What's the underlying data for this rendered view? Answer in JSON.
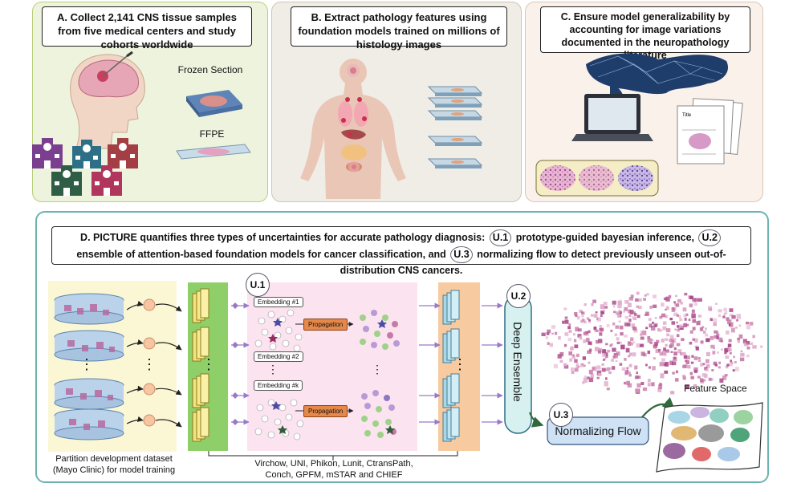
{
  "panel_a": {
    "title": "A. Collect 2,141 CNS tissue samples from five medical centers and study cohorts worldwide",
    "frozen_label": "Frozen Section",
    "ffpe_label": "FFPE",
    "hospital_icon": "hospital-icon",
    "brain_icon": "head-brain-icon",
    "colors": {
      "bg": "#eef3dd",
      "border": "#b9cf7a"
    }
  },
  "panel_b": {
    "title": "B. Extract pathology features using foundation models trained on millions of histology images",
    "body_icon": "human-body-icon",
    "colors": {
      "bg": "#f0ede6",
      "border": "#cfc6b2"
    }
  },
  "panel_c": {
    "title": "C. Ensure model generalizability by accounting for image variations documented in the neuropathology literature",
    "paper_title": "Title",
    "laptop_icon": "laptop-icon",
    "globe_icon": "world-network-icon",
    "colors": {
      "bg": "#faf1ea",
      "border": "#d9c7b6"
    }
  },
  "panel_d": {
    "title_prefix": "D. PICTURE quantifies three types of uncertainties for accurate pathology diagnosis:",
    "u1_tag": "U.1",
    "u1_text": "prototype-guided bayesian inference,",
    "u2_tag": "U.2",
    "u2_text": "ensemble of attention-based foundation models for cancer classification, and",
    "u3_tag": "U.3",
    "u3_text": "normalizing flow to detect previously unseen out-of-distribution CNS cancers.",
    "dataset_caption_1": "Partition development dataset",
    "dataset_caption_2": "(Mayo Clinic) for model training",
    "models_1": "Virchow, UNI, Phikon, Lunit, CtransPath,",
    "models_2": "Conch, GPFM, mSTAR and CHIEF",
    "u1_label": "U.1",
    "u2_label": "U.2",
    "u3_label": "U.3",
    "embedding_1": "Embedding #1",
    "embedding_2": "Embedding #2",
    "embedding_k": "Embedding #k",
    "propagation": "Propagation",
    "deep_ensemble": "Deep Ensemble",
    "normalizing_flow": "Normalizing Flow",
    "feature_space": "Feature Space",
    "dots": "⋮",
    "colors": {
      "border": "#6bb3b0",
      "pink_box": "#fbe3ef",
      "green_enc": "#8fcf6a",
      "orange_enc": "#f7caa0",
      "yellow_data": "#fbf7d4",
      "accent_purple": "#9b79c9"
    }
  }
}
